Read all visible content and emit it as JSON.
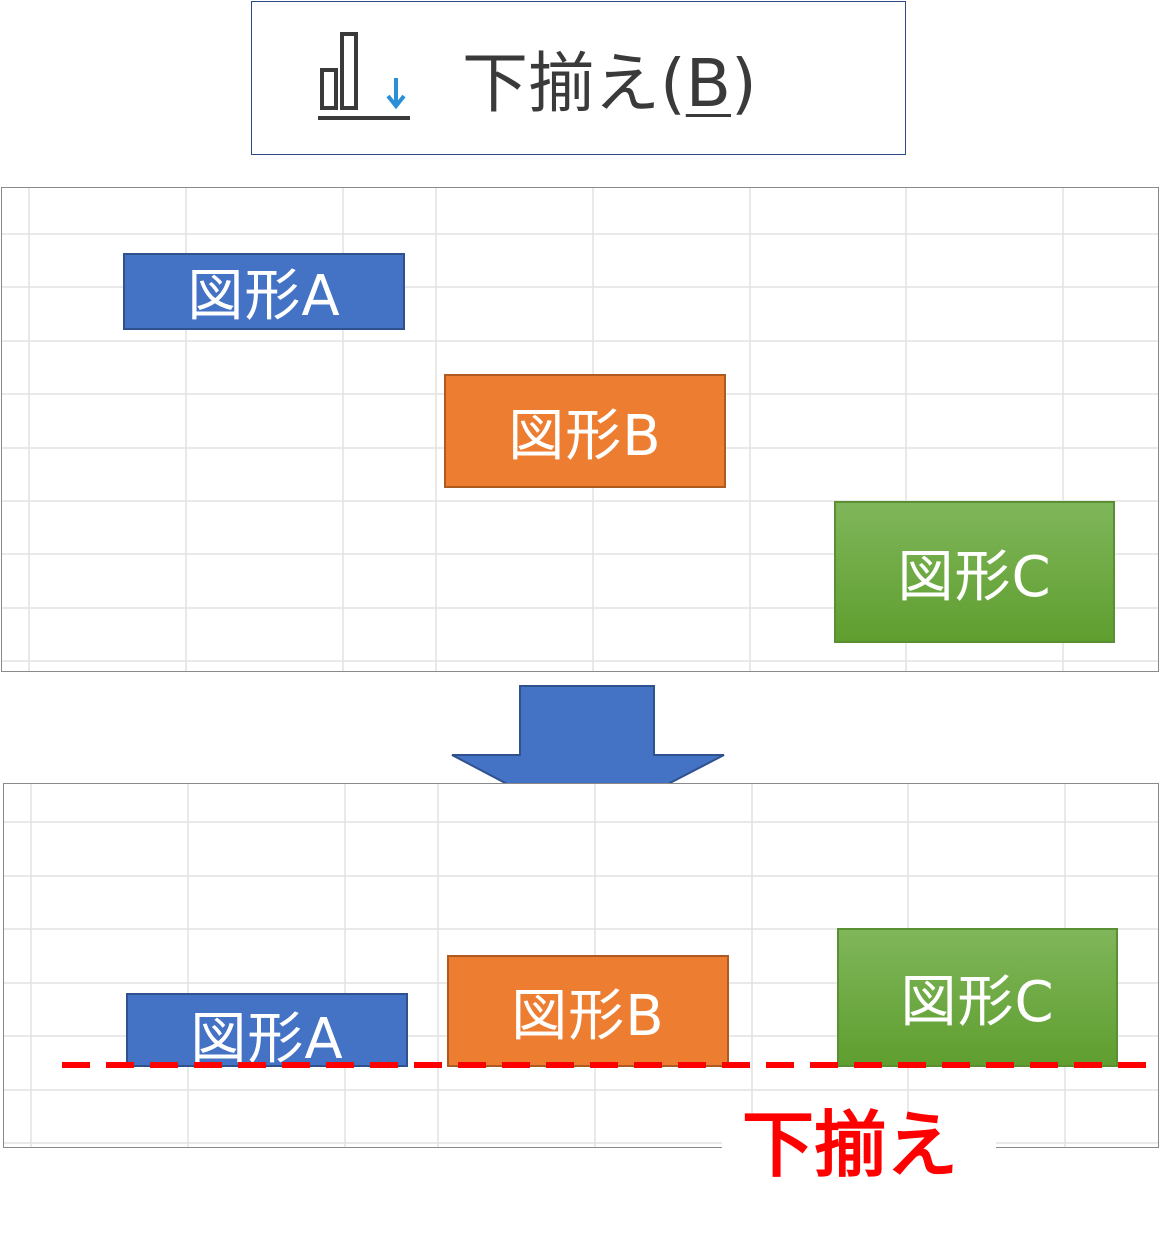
{
  "menu": {
    "icon": "align-bottom-icon",
    "label_main": "下揃え(",
    "label_key": "B",
    "label_close": ")"
  },
  "before": {
    "shape_a": "図形A",
    "shape_b": "図形B",
    "shape_c": "図形C"
  },
  "after": {
    "shape_a": "図形A",
    "shape_b": "図形B",
    "shape_c": "図形C"
  },
  "arrow": {
    "icon": "down-arrow-icon"
  },
  "caption": "下揃え",
  "colors": {
    "shape_a": "#4472c4",
    "shape_b": "#ed7d31",
    "shape_c": "#70ad47",
    "guide_line": "#ff0000",
    "caption": "#ff0000",
    "arrow": "#4472c4"
  }
}
